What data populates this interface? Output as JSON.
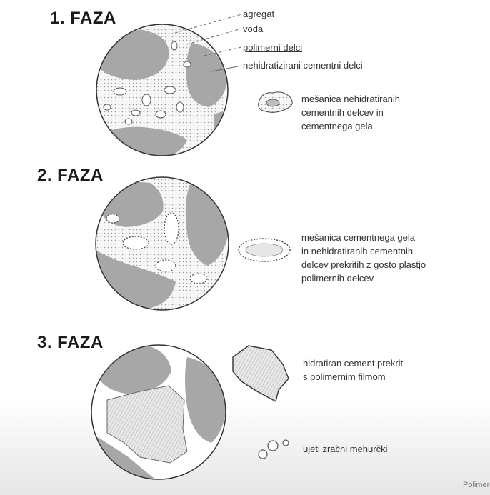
{
  "phases": [
    {
      "title": "1. FAZA",
      "callouts": [
        "agregat",
        "voda",
        "polimerni delci",
        "nehidratizirani cementni delci"
      ],
      "legend": [
        "mešanica nehidratiranih",
        "cementnih delcev in",
        "cementnega gela"
      ]
    },
    {
      "title": "2. FAZA",
      "legend": [
        "mešanica cementnega gela",
        "in nehidratiranih cementnih",
        "delcev prekritih z gosto plastjo",
        "polimernih delcev"
      ]
    },
    {
      "title": "3. FAZA",
      "legend_a": [
        "hidratiran cement prekrit",
        "s polimernim filmom"
      ],
      "legend_b": [
        "ujeti zračni mehurčki"
      ]
    }
  ],
  "footer": "Polimerni"
}
